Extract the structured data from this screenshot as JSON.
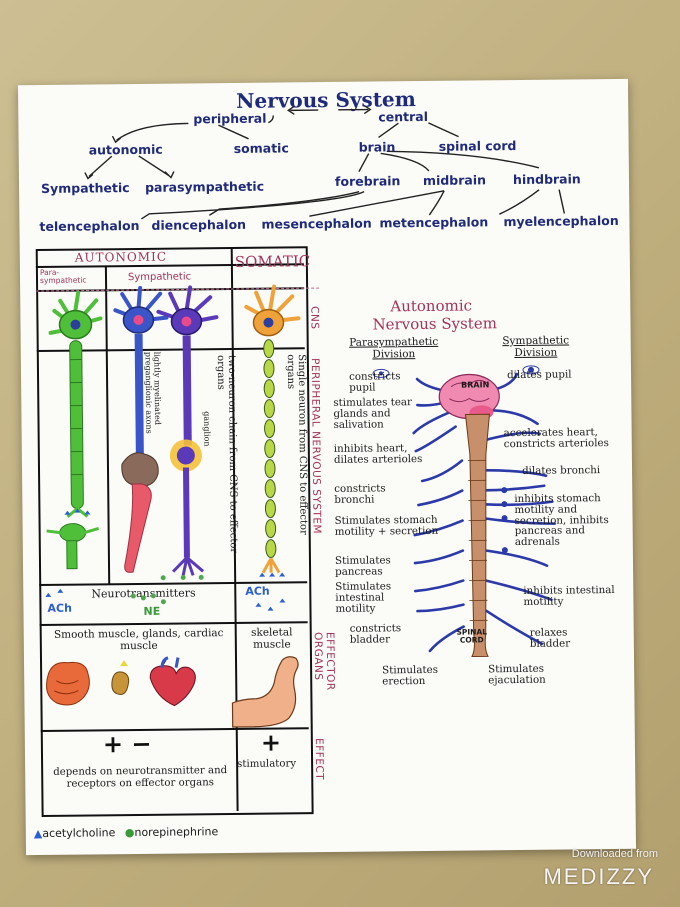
{
  "title": "Nervous System",
  "tree": {
    "peripheral": "peripheral",
    "central": "central",
    "autonomic": "autonomic",
    "somatic": "somatic",
    "brain": "brain",
    "spinal_cord": "spinal cord",
    "sympathetic": "Sympathetic",
    "parasympathetic": "parasympathetic",
    "forebrain": "forebrain",
    "midbrain": "midbrain",
    "hindbrain": "hindbrain",
    "telencephalon": "telencephalon",
    "diencephalon": "diencephalon",
    "mesencephalon": "mesencephalon",
    "metencephalon": "metencephalon",
    "myelencephalon": "myelencephalon"
  },
  "table": {
    "autonomic": "AUTONOMIC",
    "somatic": "SOMATIC",
    "para": "Para-sympathetic",
    "symp": "Sympathetic",
    "lightly_myelinated": "lightly myelinated preganglionic axons",
    "ganglion": "ganglion",
    "two_neuron": "two-neuron chain from CNS to effector organs",
    "single_neuron": "Single neuron from CNS to effector organs",
    "neurotransmitters": "Neurotransmitters",
    "ach_left": "ACh",
    "ne": "NE",
    "ach_right": "ACh",
    "smooth": "Smooth muscle, glands, cardiac muscle",
    "skeletal": "skeletal muscle",
    "plus_minus": "+ −",
    "plus": "+",
    "depends": "depends on neurotransmitter and receptors on effector organs",
    "stimulatory": "stimulatory",
    "side_cns": "CNS",
    "side_pns": "PERIPHERAL NERVOUS SYSTEM",
    "side_effector": "EFFECTOR ORGANS",
    "side_effect": "EFFECT"
  },
  "legend": {
    "ach": "acetylcholine",
    "ne": "norepinephrine"
  },
  "ans": {
    "title_line1": "Autonomic",
    "title_line2": "Nervous System",
    "para_div": "Parasympathetic Division",
    "symp_div": "Sympathetic Division",
    "brain": "BRAIN",
    "spinal_cord": "SPINAL CORD",
    "left": [
      "constricts pupil",
      "stimulates tear glands and salivation",
      "inhibits heart, dilates arterioles",
      "constricts bronchi",
      "Stimulates stomach motility + secretion",
      "Stimulates pancreas",
      "Stimulates intestinal motility",
      "constricts bladder",
      "Stimulates erection"
    ],
    "right": [
      "dilates pupil",
      "accelerates heart, constricts arterioles",
      "dilates bronchi",
      "inhibits stomach motility and secretion, inhibits pancreas and adrenals",
      "inhibits intestinal motility",
      "relaxes bladder",
      "Stimulates ejaculation"
    ]
  },
  "watermark": {
    "line1": "Downloaded from",
    "line2": "MEDIZZY"
  },
  "colors": {
    "navy": "#1f2a7a",
    "pink": "#a3335a",
    "green_neuron": "#4fbf3a",
    "blue_neuron": "#3a55c8",
    "purple_neuron": "#5a3ab8",
    "orange_neuron": "#f0a23a"
  }
}
